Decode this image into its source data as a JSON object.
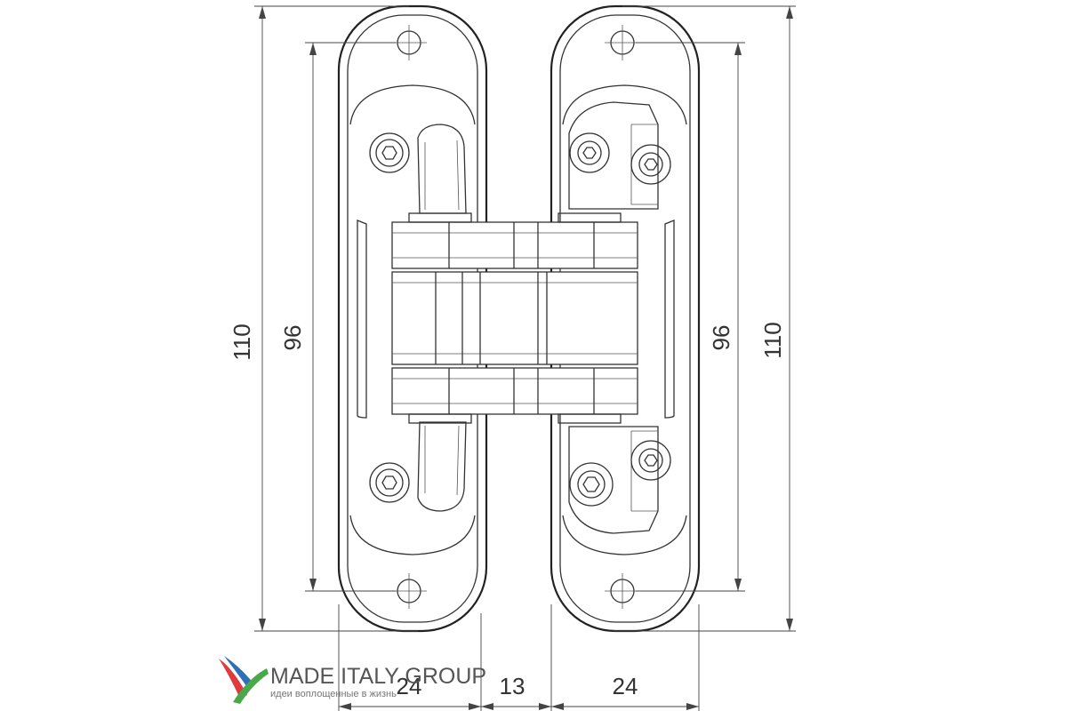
{
  "dimensions": {
    "height_total_left": "110",
    "height_inner_left": "96",
    "height_inner_right": "96",
    "height_total_right": "110",
    "width_left_leaf": "24",
    "width_gap": "13",
    "width_right_leaf": "24"
  },
  "logo": {
    "brand": "MADE ITALY GROUP",
    "tagline": "идеи воплощенные в жизнь"
  },
  "colors": {
    "line": "#222222",
    "logo_red": "#e0393e",
    "logo_blue": "#2e6fb7",
    "logo_green": "#49a84a"
  }
}
